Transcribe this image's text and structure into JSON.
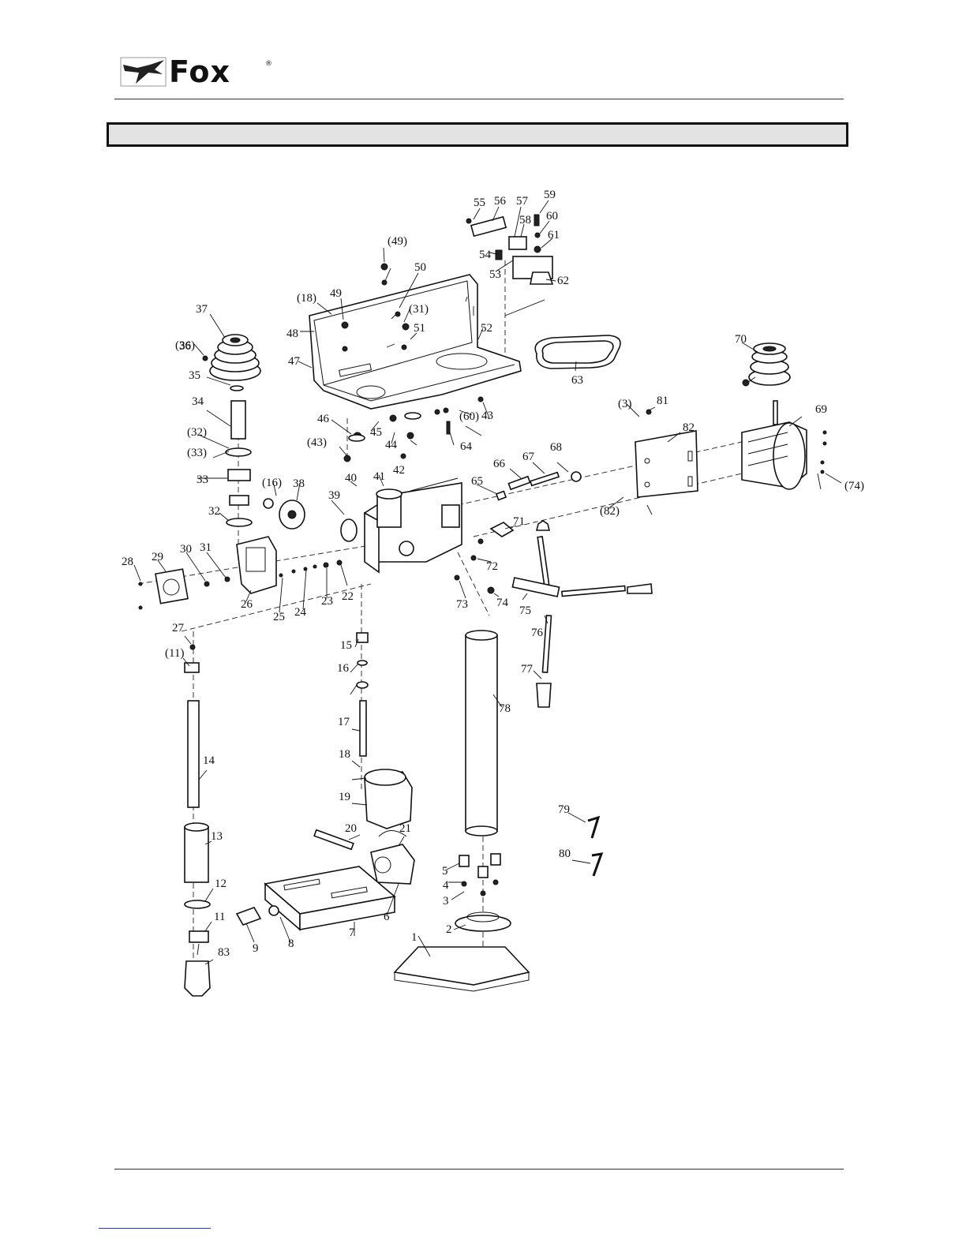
{
  "header": {
    "brand": "Fox",
    "registered_mark": "®"
  },
  "section_title": "",
  "part_numbers": [
    "1",
    "2",
    "3",
    "4",
    "5",
    "6",
    "7",
    "8",
    "9",
    "11",
    "12",
    "13",
    "14",
    "15",
    "16",
    "17",
    "18",
    "19",
    "20",
    "21",
    "22",
    "23",
    "24",
    "25",
    "26",
    "27",
    "28",
    "29",
    "30",
    "31",
    "32",
    "33",
    "34",
    "35",
    "36",
    "37",
    "38",
    "39",
    "40",
    "41",
    "42",
    "43",
    "44",
    "45",
    "46",
    "47",
    "48",
    "49",
    "50",
    "51",
    "52",
    "53",
    "54",
    "55",
    "56",
    "57",
    "58",
    "59",
    "60",
    "61",
    "62",
    "63",
    "64",
    "65",
    "66",
    "67",
    "68",
    "69",
    "70",
    "71",
    "72",
    "73",
    "74",
    "75",
    "76",
    "77",
    "78",
    "79",
    "80",
    "81",
    "82",
    "83",
    "(3)",
    "(11)",
    "(16)",
    "(18)",
    "(31)",
    "(32)",
    "(33)",
    "(36)",
    "(43)",
    "(49)",
    "(60)",
    "(74)",
    "(82)"
  ]
}
